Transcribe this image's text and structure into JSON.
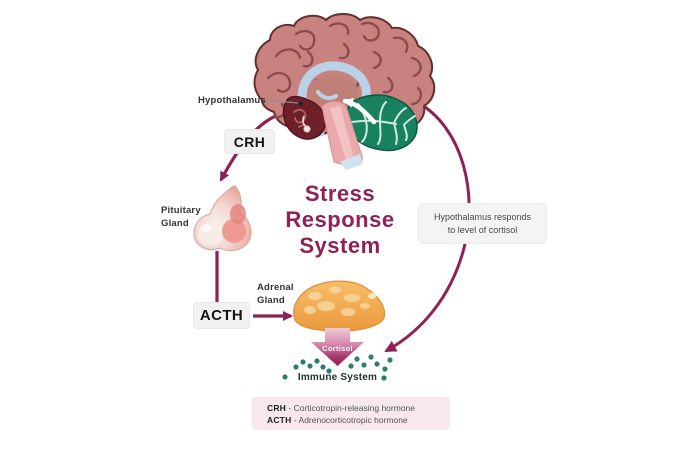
{
  "title": {
    "line1": "Stress",
    "line2": "Response",
    "line3": "System"
  },
  "labels": {
    "hypothalamus": "Hypothalamus",
    "crh": "CRH",
    "pituitary_line1": "Pituitary",
    "pituitary_line2": "Gland",
    "acth": "ACTH",
    "adrenal_line1": "Adrenal",
    "adrenal_line2": "Gland",
    "cortisol": "Cortisol",
    "immune_system": "Immune System"
  },
  "note": {
    "line1": "Hypothalamus responds",
    "line2": "to level of cortisol"
  },
  "legend": {
    "items": [
      {
        "abbr": "CRH",
        "desc": "- Corticotropin-releasing hormone"
      },
      {
        "abbr": "ACTH",
        "desc": "- Adrenocorticotropic hormone"
      }
    ]
  },
  "colors": {
    "accent_magenta": "#8e2157",
    "title_text": "#8e2158",
    "teal_dots": "#2e7d74",
    "immune_text": "#1d3230",
    "brain_pink": "#c8827f",
    "brain_gyri": "#8e4b4e",
    "cerebellum_teal": "#178160",
    "corpus_callosum_blue": "#b9d2e8",
    "hypothalamus_dark": "#6e2028",
    "adrenal_orange": "#efa044",
    "legend_bg": "#f8e7ee",
    "label_box_bg": "#f1f1f1",
    "note_box_bg": "#f4f4f4"
  }
}
